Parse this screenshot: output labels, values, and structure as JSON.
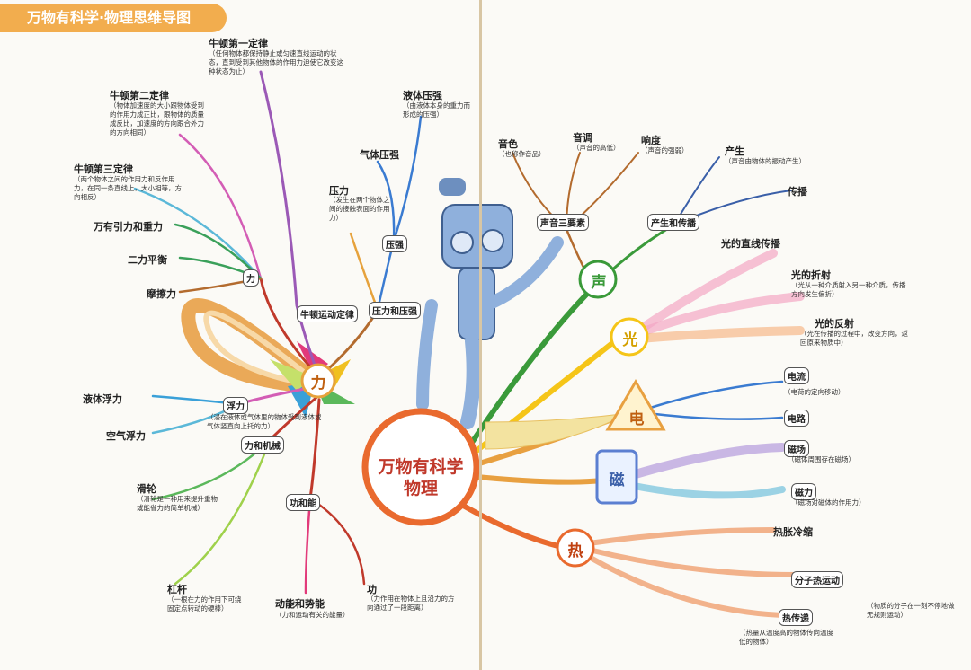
{
  "header": {
    "title": "万物有科学·物理思维导图"
  },
  "center": {
    "line1": "万物有科学",
    "line2": "物理"
  },
  "categories": {
    "force": "力",
    "sound": "声",
    "light": "光",
    "electricity": "电",
    "magnetism": "磁",
    "heat": "热"
  },
  "force": {
    "subtopics": {
      "newton": "牛顿运动定律",
      "pressure": "压力和压强",
      "pressure_small": "压强",
      "buoyancy": "浮力",
      "machine": "力和机械",
      "energy": "功和能"
    },
    "newton1": {
      "title": "牛顿第一定律",
      "desc": "（任何物体都保持静止或匀速直线运动的状态，直到受到其他物体的作用力迫使它改变这种状态为止）"
    },
    "newton2": {
      "title": "牛顿第二定律",
      "desc": "（物体加速度的大小跟物体受到的作用力成正比，跟物体的质量成反比，加速度的方向跟合外力的方向相同）"
    },
    "newton3": {
      "title": "牛顿第三定律",
      "desc": "（两个物体之间的作用力和反作用力，在同一条直线上，大小相等，方向相反）"
    },
    "gravity": {
      "title": "万有引力和重力"
    },
    "balance": {
      "title": "二力平衡"
    },
    "friction": {
      "title": "摩擦力"
    },
    "liquid_buoyancy": {
      "title": "液体浮力"
    },
    "air_buoyancy": {
      "title": "空气浮力"
    },
    "buoyancy_desc": "（浸在液体或气体里的物体受到液体或气体竖直向上托的力）",
    "pulley": {
      "title": "滑轮",
      "desc": "（滑轮是一种用来提升重物或能省力的简单机械）"
    },
    "lever": {
      "title": "杠杆",
      "desc": "（一根在力的作用下可绕固定点转动的硬棒）"
    },
    "kinetic": {
      "title": "动能和势能",
      "desc": "（力和运动有关的能量）"
    },
    "work": {
      "title": "功",
      "desc": "（力作用在物体上且沿力的方向通过了一段距离）"
    },
    "pressure_force": {
      "title": "压力",
      "desc": "（发生在两个物体之间的接触表面的作用力）"
    },
    "gas_pressure": {
      "title": "气体压强"
    },
    "liquid_pressure": {
      "title": "液体压强",
      "desc": "（由液体本身的重力而形成的压强）"
    }
  },
  "sound": {
    "elements": "声音三要素",
    "production": "产生和传播",
    "timbre": {
      "title": "音色",
      "desc": "（也称作音品）"
    },
    "pitch": {
      "title": "音调",
      "desc": "（声音的高低）"
    },
    "loudness": {
      "title": "响度",
      "desc": "（声音的强弱）"
    },
    "produce": {
      "title": "产生",
      "desc": "（声音由物体的振动产生）"
    },
    "propagate": {
      "title": "传播"
    }
  },
  "light": {
    "straight": {
      "title": "光的直线传播"
    },
    "refraction": {
      "title": "光的折射",
      "desc": "（光从一种介质射入另一种介质，传播方向发生偏折）"
    },
    "reflection": {
      "title": "光的反射",
      "desc": "（光在传播的过程中，改变方向，返回原来物质中）"
    }
  },
  "electricity": {
    "current": {
      "title": "电流",
      "desc": "（电荷的定向移动）"
    },
    "circuit": {
      "title": "电路"
    }
  },
  "magnetism": {
    "field": {
      "title": "磁场",
      "desc": "（磁体周围存在磁场）"
    },
    "force": {
      "title": "磁力",
      "desc": "（磁场对磁体的作用力）"
    }
  },
  "heat": {
    "expansion": {
      "title": "热胀冷缩"
    },
    "molecular": {
      "title": "分子热运动",
      "desc": "（物质的分子在一刻不停地做无规则运动）"
    },
    "transfer": {
      "title": "热传递",
      "desc": "（热量从温度高的物体传向温度低的物体）"
    }
  },
  "colors": {
    "banner": "#f2ad4e",
    "force": "#e6a23c",
    "sound": "#3a9a3a",
    "light": "#f5c518",
    "electricity": "#e8a040",
    "magnetism": "#5b7fd1",
    "heat": "#e96a2e",
    "center": "#c0392b"
  }
}
